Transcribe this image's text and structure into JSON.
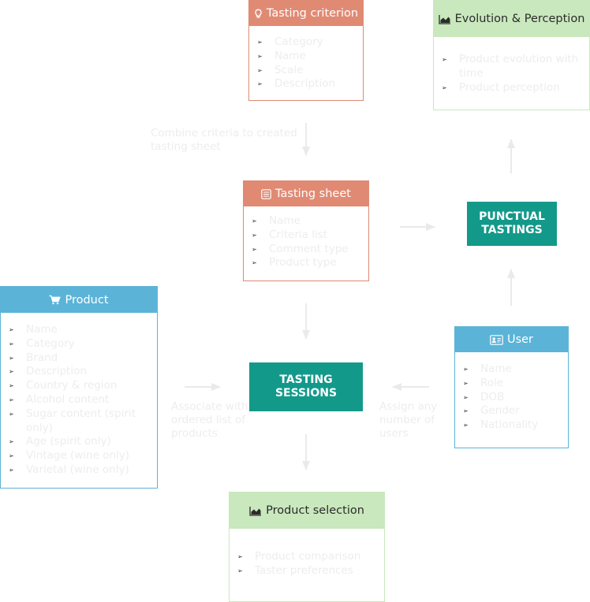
{
  "colors": {
    "salmon": "#e08a74",
    "green_light": "#c9e8bd",
    "blue": "#5bb4d8",
    "teal": "#13998a",
    "faint_text": "#ededed"
  },
  "criterion": {
    "title": "Tasting criterion",
    "icon": "lightbulb-icon",
    "items": [
      "Category",
      "Name",
      "Scale",
      "Description"
    ]
  },
  "evolution": {
    "title": "Evolution & Perception",
    "icon": "area-chart-icon",
    "items": [
      "Product evolution with time",
      "Product perception"
    ]
  },
  "sheet": {
    "title": "Tasting sheet",
    "icon": "list-icon",
    "items": [
      "Name",
      "Criteria list",
      "Comment type",
      "Product type"
    ]
  },
  "product": {
    "title": "Product",
    "icon": "cart-icon",
    "items": [
      "Name",
      "Category",
      "Brand",
      "Description",
      "Country & region",
      "Alcohol content",
      "Sugar content (spirit only)",
      "Age (spirit only)",
      "Vintage (wine only)",
      "Varietal (wine only)"
    ]
  },
  "user": {
    "title": "User",
    "icon": "id-card-icon",
    "items": [
      "Name",
      "Role",
      "DOB",
      "Gender",
      "Nationality"
    ]
  },
  "selection": {
    "title": "Product selection",
    "icon": "area-chart-icon",
    "items": [
      "Product comparison",
      "Taster preferences"
    ]
  },
  "punctual": {
    "label": "PUNCTUAL TASTINGS"
  },
  "sessions": {
    "label": "TASTING SESSIONS"
  },
  "edges": {
    "combine": "Combine criteria to created tasting sheet",
    "associate": "Associate with ordered list of products",
    "assign": "Assign any number of users"
  }
}
